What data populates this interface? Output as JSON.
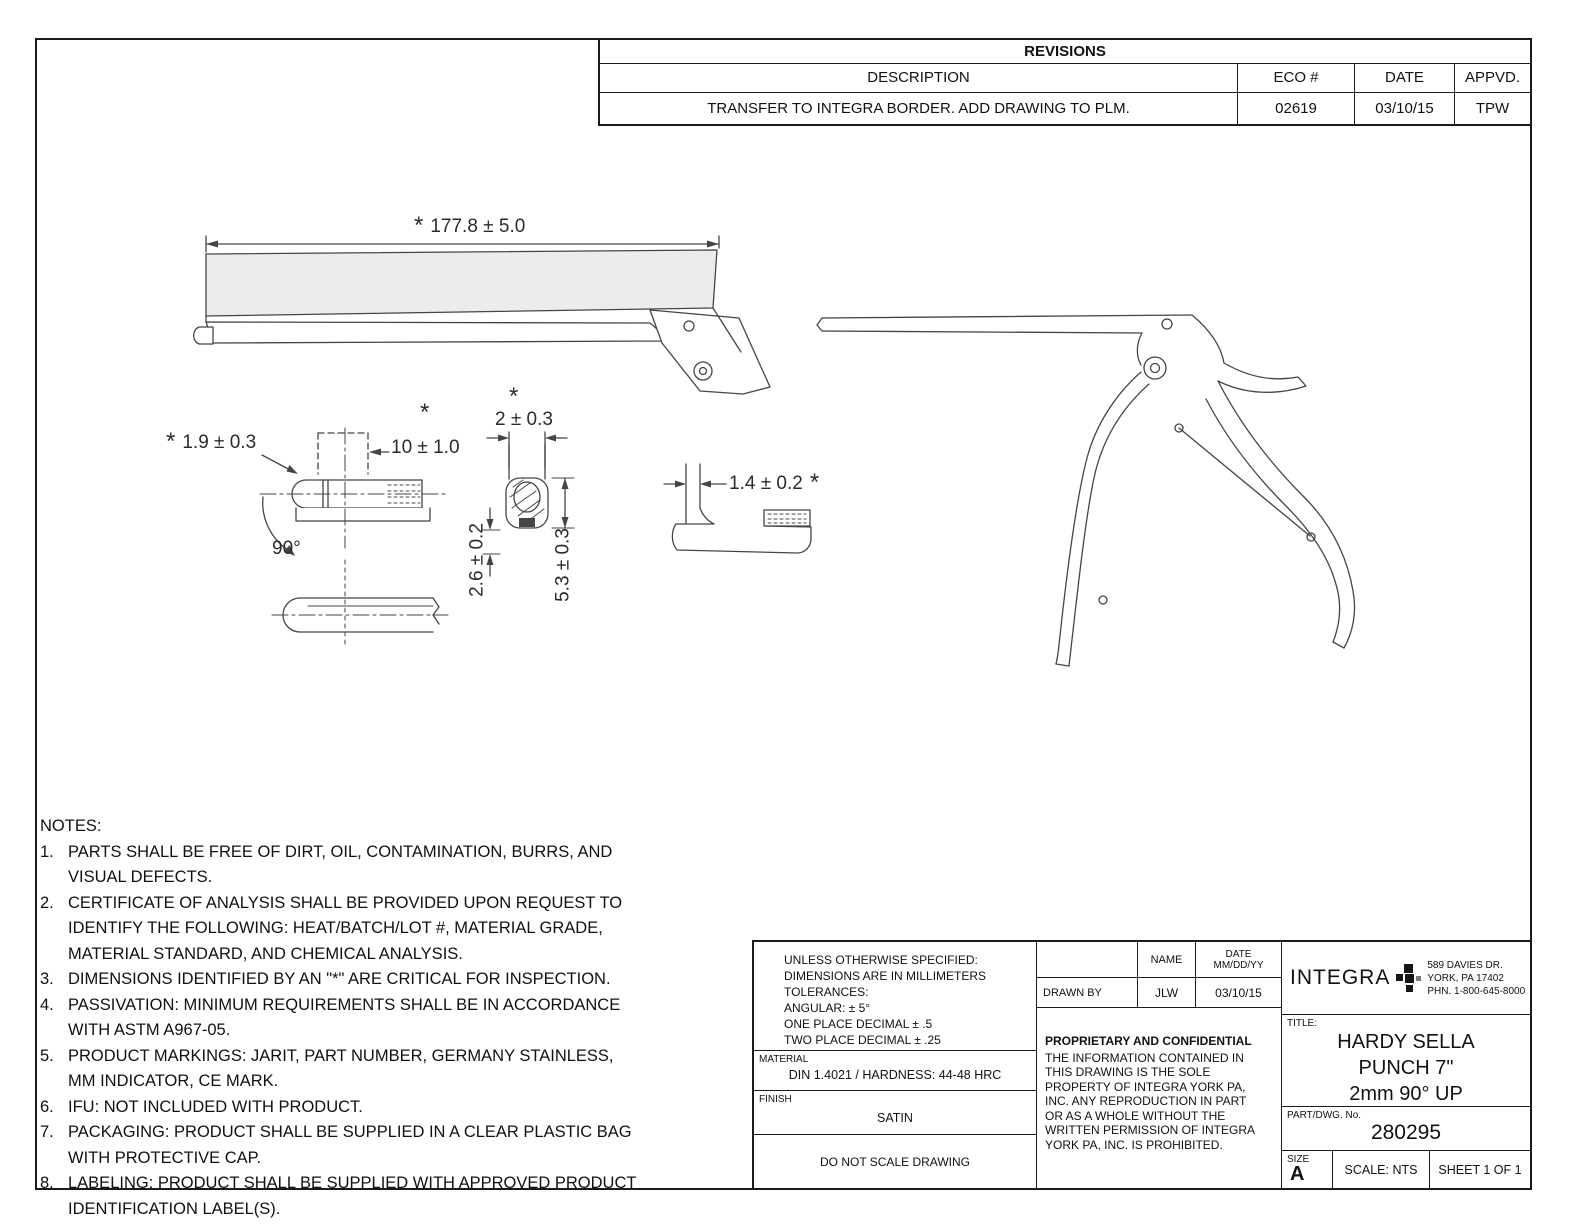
{
  "revisions": {
    "title": "REVISIONS",
    "headers": {
      "description": "DESCRIPTION",
      "eco": "ECO #",
      "date": "DATE",
      "appvd": "APPVD."
    },
    "rows": [
      {
        "description": "TRANSFER TO INTEGRA BORDER. ADD DRAWING TO PLM.",
        "eco": "02619",
        "date": "03/10/15",
        "appvd": "TPW"
      }
    ]
  },
  "dims": {
    "star": "*",
    "overall_length": "177.8 ± 5.0",
    "jaw_width": "1.9 ± 0.3",
    "pad_length": "10 ± 1.0",
    "bite_width": "2 ± 0.3",
    "opening": "1.4 ± 0.2",
    "lip_depth": "2.6 ± 0.2",
    "jaw_height": "5.3 ± 0.3",
    "rotation_angle": "90°"
  },
  "notes": {
    "title": "NOTES:",
    "items": [
      {
        "num": "1.",
        "text": "PARTS SHALL BE FREE OF DIRT, OIL, CONTAMINATION, BURRS, AND\nVISUAL DEFECTS."
      },
      {
        "num": "2.",
        "text": "CERTIFICATE OF ANALYSIS SHALL BE PROVIDED UPON REQUEST TO\nIDENTIFY THE FOLLOWING: HEAT/BATCH/LOT #, MATERIAL GRADE,\nMATERIAL STANDARD, AND CHEMICAL ANALYSIS."
      },
      {
        "num": "3.",
        "text": "DIMENSIONS IDENTIFIED BY AN \"*\" ARE CRITICAL FOR INSPECTION."
      },
      {
        "num": "4.",
        "text": "PASSIVATION: MINIMUM REQUIREMENTS SHALL BE IN ACCORDANCE\nWITH ASTM A967-05."
      },
      {
        "num": "5.",
        "text": "PRODUCT MARKINGS: JARIT, PART NUMBER, GERMANY STAINLESS,\nMM INDICATOR, CE MARK."
      },
      {
        "num": "6.",
        "text": "IFU: NOT INCLUDED WITH PRODUCT."
      },
      {
        "num": "7.",
        "text": "PACKAGING: PRODUCT SHALL BE SUPPLIED IN A CLEAR PLASTIC BAG\nWITH PROTECTIVE CAP."
      },
      {
        "num": "8.",
        "text": "LABELING: PRODUCT SHALL BE SUPPLIED WITH APPROVED PRODUCT\nIDENTIFICATION LABEL(S)."
      }
    ]
  },
  "title_block": {
    "tolerances": "UNLESS OTHERWISE SPECIFIED:\nDIMENSIONS ARE IN MILLIMETERS\nTOLERANCES:\nANGULAR: ± 5°\nONE PLACE DECIMAL ± .5\nTWO PLACE DECIMAL ± .25",
    "material_label": "MATERIAL",
    "material_value": "DIN 1.4021 / HARDNESS: 44-48 HRC",
    "finish_label": "FINISH",
    "finish_value": "SATIN",
    "no_scale": "DO NOT SCALE DRAWING",
    "name_header": "NAME",
    "date_header": "DATE\nMM/DD/YY",
    "drawn_by_label": "DRAWN BY",
    "drawn_by_name": "JLW",
    "drawn_by_date": "03/10/15",
    "proprietary_title": "PROPRIETARY AND CONFIDENTIAL",
    "proprietary_body": "THE INFORMATION CONTAINED IN\nTHIS DRAWING IS THE SOLE\nPROPERTY OF INTEGRA YORK PA,\nINC.  ANY REPRODUCTION IN PART\nOR AS A WHOLE WITHOUT THE\nWRITTEN PERMISSION OF INTEGRA\nYORK PA, INC. IS PROHIBITED.",
    "company": "INTEGRA",
    "address": "589 DAVIES DR.\nYORK, PA 17402\nPHN. 1-800-645-8000",
    "title_label": "TITLE:",
    "title_line1": "HARDY SELLA",
    "title_line2": "PUNCH 7\"",
    "title_line3": "2mm 90° UP",
    "part_label": "PART/DWG. No.",
    "part_number": "280295",
    "size_label": "SIZE",
    "size_value": "A",
    "scale": "SCALE: NTS",
    "sheet": "SHEET 1 OF 1"
  }
}
